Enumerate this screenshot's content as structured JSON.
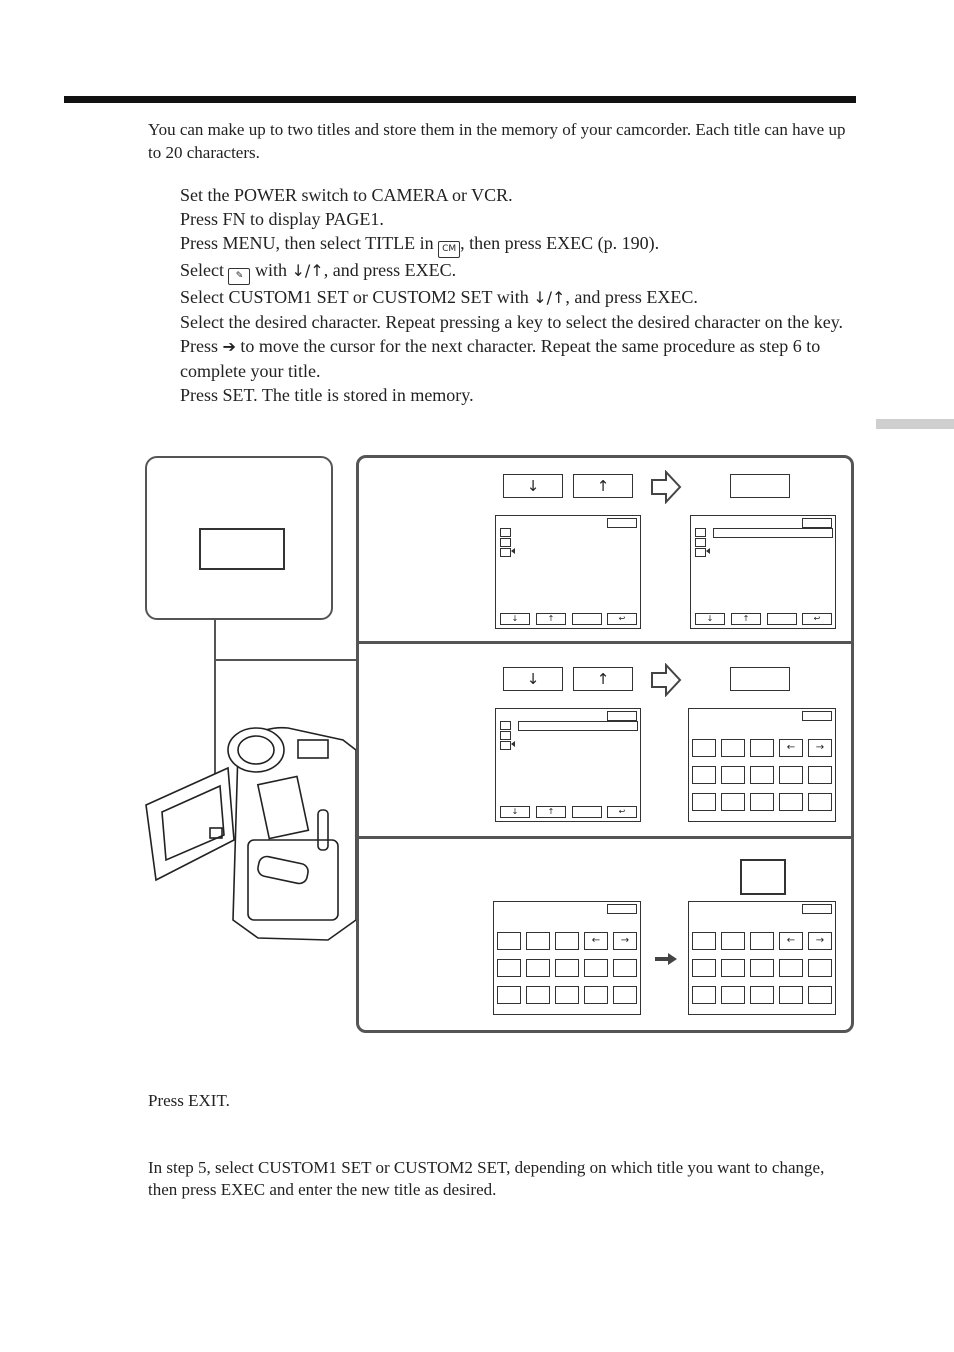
{
  "intro": "You can make up to two titles and store them in the memory of your camcorder. Each title can have up to 20 characters.",
  "steps": {
    "s1": "Set the POWER switch to CAMERA or VCR.",
    "s2": "Press FN to display PAGE1.",
    "s3a": "Press MENU, then select TITLE in",
    "s3b": ", then press EXEC (p. 190).",
    "s4a": "Select",
    "s4b": "with",
    "s4c": ", and press EXEC.",
    "s5a": "Select CUSTOM1 SET or CUSTOM2 SET with",
    "s5b": ", and press EXEC.",
    "s6": "Select the desired character. Repeat pressing a key to select the desired character on the key.",
    "s7a": "Press",
    "s7b": "to move the cursor for the next character. Repeat the same procedure as step 6 to complete your title.",
    "s8": "Press SET. The title is stored in memory."
  },
  "glyphs": {
    "down_up": "↓/↑",
    "right": "➔",
    "down": "↓",
    "up": "↑",
    "back": "↩",
    "left": "←",
    "rarr": "→"
  },
  "icons": {
    "camera_set_icon": "CM",
    "title_icon": "pen-square-icon"
  },
  "exit_text": "Press EXIT.",
  "change_text": "In step 5, select CUSTOM1 SET or CUSTOM2 SET, depending on which title you want to change, then press EXEC and enter the new title as desired."
}
